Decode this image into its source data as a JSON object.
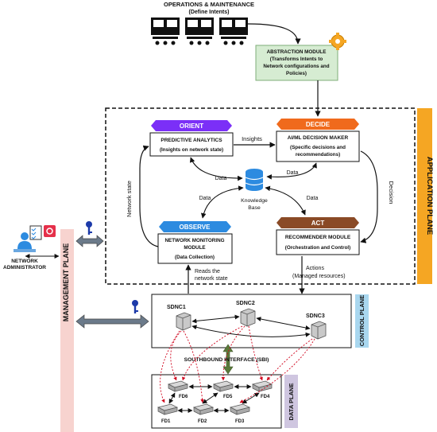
{
  "om": {
    "title": "OPERATIONS & MAINTENANCE",
    "subtitle": "(Define Intents)"
  },
  "abstraction": {
    "line1": "ABSTRACTION MODULE",
    "line2": "(Transforms Intents to",
    "line3": "Network configurations and",
    "line4": "Policies)"
  },
  "loop": {
    "orient": {
      "tag": "ORIENT",
      "line1": "PREDICTIVE ANALYTICS",
      "line2": "(Insights on network state)"
    },
    "decide": {
      "tag": "DECIDE",
      "line1": "AI/ML DECISION MAKER",
      "line2": "(Specific decisions and",
      "line3": "recommendations)"
    },
    "observe": {
      "tag": "OBSERVE",
      "line1": "NETWORK MONITORING",
      "line2": "MODULE",
      "line3": "(Data Collection)"
    },
    "act": {
      "tag": "ACT",
      "line1": "RECOMMENDER MODULE",
      "line2": "(Orchestration and Control)"
    }
  },
  "kb": {
    "line1": "Knowledge",
    "line2": "Base"
  },
  "edge_labels": {
    "insights": "Insights",
    "data": "Data",
    "network_state": "Network state",
    "decision": "Decision",
    "reads1": "Reads the",
    "reads2": "network state",
    "actions1": "Actions",
    "actions2": "(Managed resources)",
    "sbi": "SOUTHBOUND  INTERFACE (SBI)"
  },
  "planes": {
    "application": "APPLICATION PLANE",
    "management": "MANAGEMENT PLANE",
    "control": "CONTROL PLANE",
    "data": "DATA PLANE"
  },
  "admin": {
    "line1": "NETWORK",
    "line2": "ADMINISTRATOR"
  },
  "controllers": [
    "SDNC1",
    "SDNC2",
    "SDNC3"
  ],
  "devices": [
    "FD1",
    "FD2",
    "FD3",
    "FD4",
    "FD5",
    "FD6"
  ],
  "colors": {
    "orient": "#7b2ff7",
    "decide": "#f06a1c",
    "observe": "#2d8be0",
    "act": "#8a4a26",
    "application_plane": "#f5a623",
    "management_plane": "#f7d3cf",
    "control_plane": "#a9d7ef",
    "data_plane": "#cfc6e0",
    "abstraction": "#d6ecd2",
    "sbi_arrow": "#5a7a3a",
    "dotted_link": "#d0021b"
  },
  "icons": [
    "operator-desk-icon",
    "gear-icon",
    "database-icon",
    "key-icon",
    "server-icon",
    "switch-icon",
    "admin-person-icon",
    "checklist-icon",
    "tools-icon"
  ]
}
